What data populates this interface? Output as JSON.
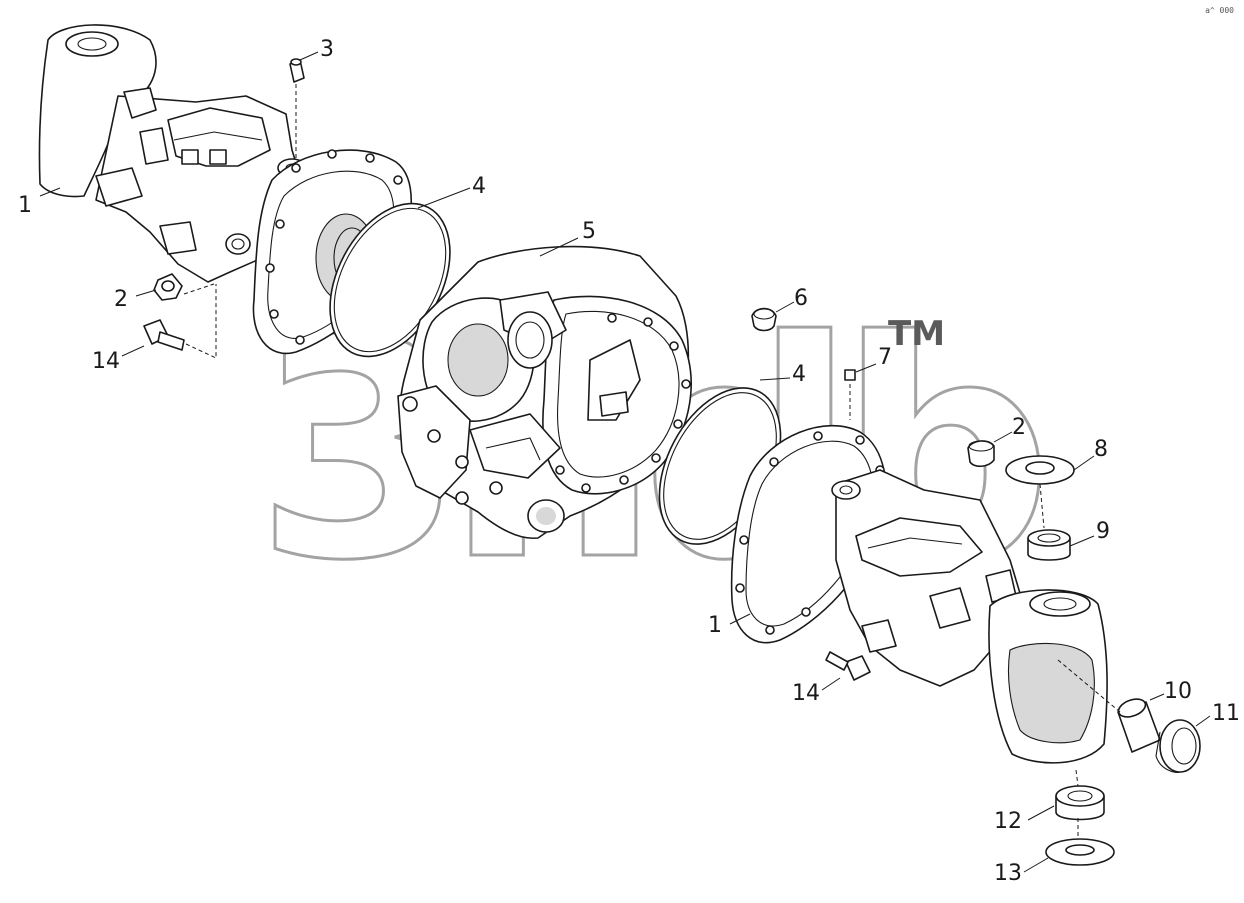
{
  "diagram": {
    "type": "exploded-parts-view",
    "watermark": "3ndb",
    "trademark": "TM",
    "corner_mark": "a^ 000",
    "callouts": [
      "1",
      "1",
      "2",
      "2",
      "3",
      "4",
      "4",
      "5",
      "6",
      "7",
      "8",
      "9",
      "10",
      "11",
      "12",
      "13",
      "14",
      "14"
    ]
  }
}
